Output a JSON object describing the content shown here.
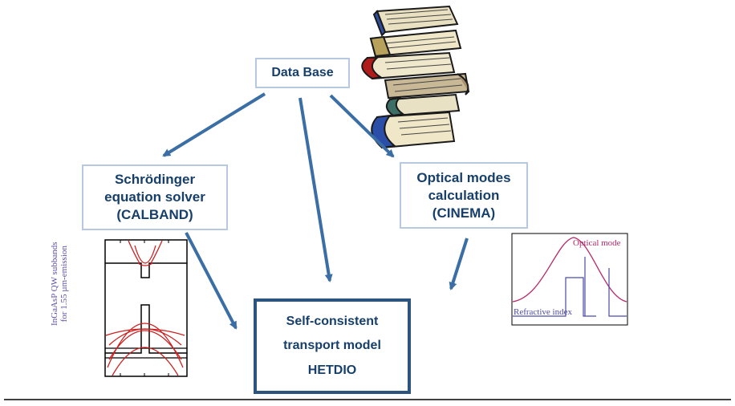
{
  "database": {
    "label": "Data Base"
  },
  "schrodinger": {
    "line1": "Schrödinger",
    "line2": "equation solver",
    "line3": "(CALBAND)"
  },
  "optical": {
    "line1": "Optical modes",
    "line2": "calculation",
    "line3": "(CINEMA)"
  },
  "selfconsistent": {
    "line1": "Self-consistent",
    "line2": "transport model",
    "line3": "HETDIO"
  },
  "bands_plot": {
    "ylabel_line1": "InGaAsP QW subbands",
    "ylabel_line2": "for 1.55 µm-emission"
  },
  "optical_plot": {
    "mode_label": "Optical mode",
    "index_label": "Refractive index"
  },
  "colors": {
    "box_text": "#163f6b",
    "arrow": "#3a6ea5",
    "box_border": "#b7c9e2",
    "curve": "#cc1f1f"
  },
  "icons": {
    "books": "stack-of-books-icon"
  }
}
